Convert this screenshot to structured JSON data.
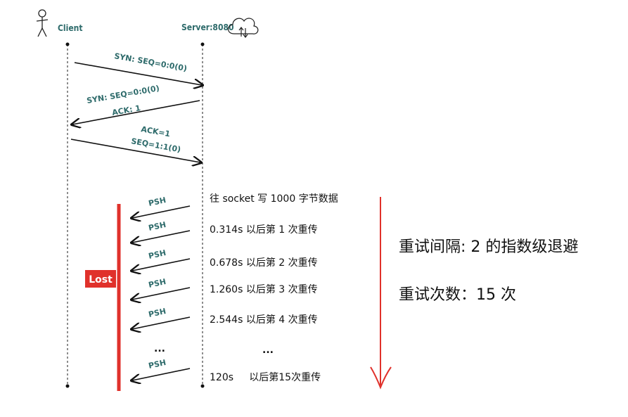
{
  "actors": {
    "client": {
      "label": "Client"
    },
    "server": {
      "label": "Server:8080"
    }
  },
  "handshake": [
    {
      "line1": "SYN: SEQ=0:0(0)",
      "line2": ""
    },
    {
      "line1": "SYN: SEQ=0:0(0)",
      "line2": "ACK: 1"
    },
    {
      "line1": "ACK=1",
      "line2": "SEQ=1:1(0)"
    }
  ],
  "retransmissions": [
    {
      "label": "PSH",
      "note": "往 socket 写 1000 字节数据"
    },
    {
      "label": "PSH",
      "note": "0.314s 以后第 1 次重传"
    },
    {
      "label": "PSH",
      "note": "0.678s 以后第 2 次重传"
    },
    {
      "label": "PSH",
      "note": "1.260s 以后第 3 次重传"
    },
    {
      "label": "PSH",
      "note": "2.544s 以后第 4 次重传"
    },
    {
      "label": "PSH",
      "note": "120s     以后第15次重传"
    }
  ],
  "ellipsis_left": "...",
  "ellipsis_right": "...",
  "lost_label": "Lost",
  "summary": {
    "interval": "重试间隔: 2 的指数级退避",
    "count": "重试次数：15 次"
  },
  "colors": {
    "teal": "#2e6b6b",
    "red": "#e0312b",
    "black": "#111111"
  },
  "icons": {
    "client": "stick-figure-icon",
    "server": "cloud-icon"
  }
}
